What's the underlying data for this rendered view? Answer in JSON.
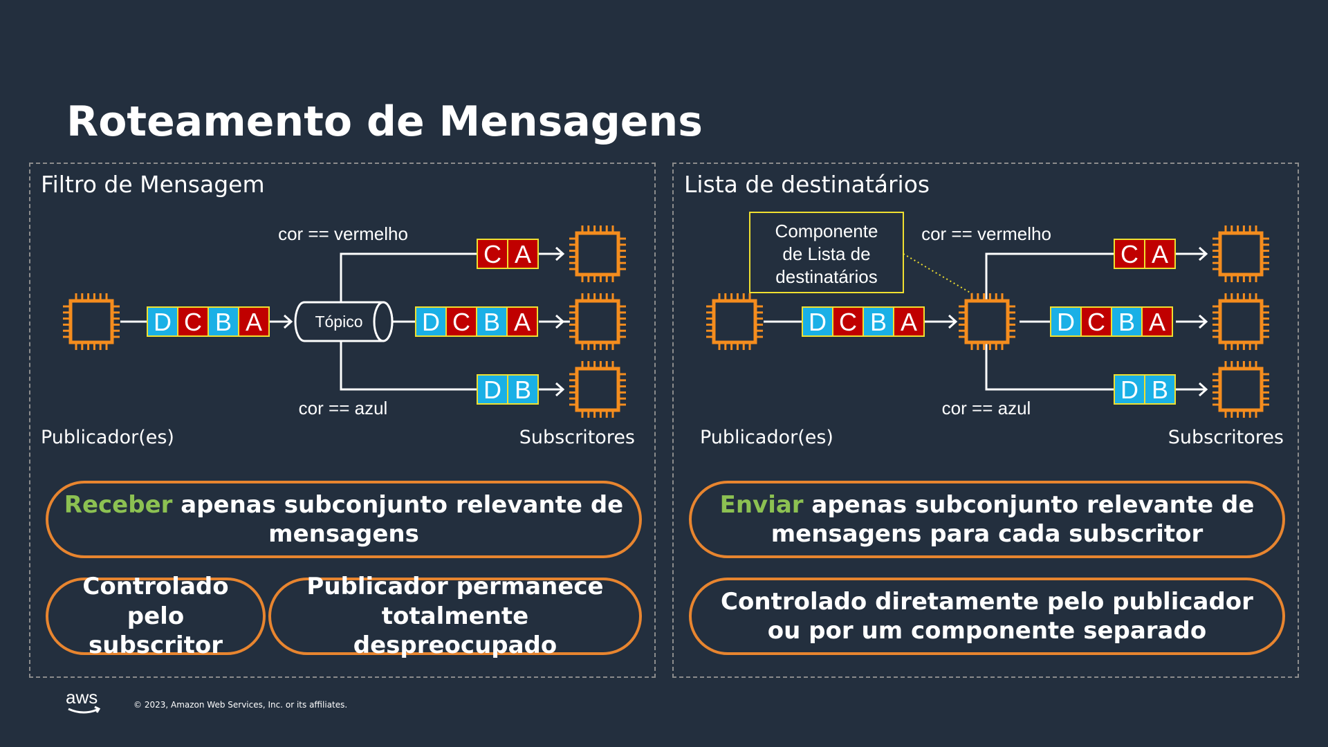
{
  "title": "Roteamento de Mensagens",
  "left": {
    "heading": "Filtro de Mensagem",
    "condition_red": "cor == vermelho",
    "condition_blue": "cor == azul",
    "topic_label": "Tópico",
    "publisher_label": "Publicador(es)",
    "subscribers_label": "Subscritores",
    "pill_main_highlight": "Receber",
    "pill_main_rest": " apenas subconjunto relevante de mensagens",
    "pill_a": "Controlado pelo subscritor",
    "pill_b": "Publicador permanece totalmente despreocupado"
  },
  "right": {
    "heading": "Lista de destinatários",
    "component_label": "Componente de Lista de destinatários",
    "condition_red": "cor == vermelho",
    "condition_blue": "cor == azul",
    "publisher_label": "Publicador(es)",
    "subscribers_label": "Subscritores",
    "pill_main_highlight": "Enviar",
    "pill_main_rest": " apenas subconjunto relevante de mensagens para cada subscritor",
    "pill_a": "Controlado diretamente pelo publicador ou por um componente separado"
  },
  "messages": {
    "all": [
      "D",
      "C",
      "B",
      "A"
    ],
    "red_filtered": [
      "C",
      "A"
    ],
    "blue_filtered": [
      "D",
      "B"
    ],
    "colors": {
      "D": "blue",
      "C": "red",
      "B": "blue",
      "A": "red"
    }
  },
  "colors": {
    "background": "#232f3e",
    "accent_orange": "#f58d1e",
    "message_red": "#c00000",
    "message_blue": "#1ab0e6",
    "message_border": "#f0e030",
    "highlight_green": "#8cc152"
  },
  "footer": {
    "logo": "aws",
    "copyright": "© 2023, Amazon Web Services, Inc. or its affiliates."
  }
}
